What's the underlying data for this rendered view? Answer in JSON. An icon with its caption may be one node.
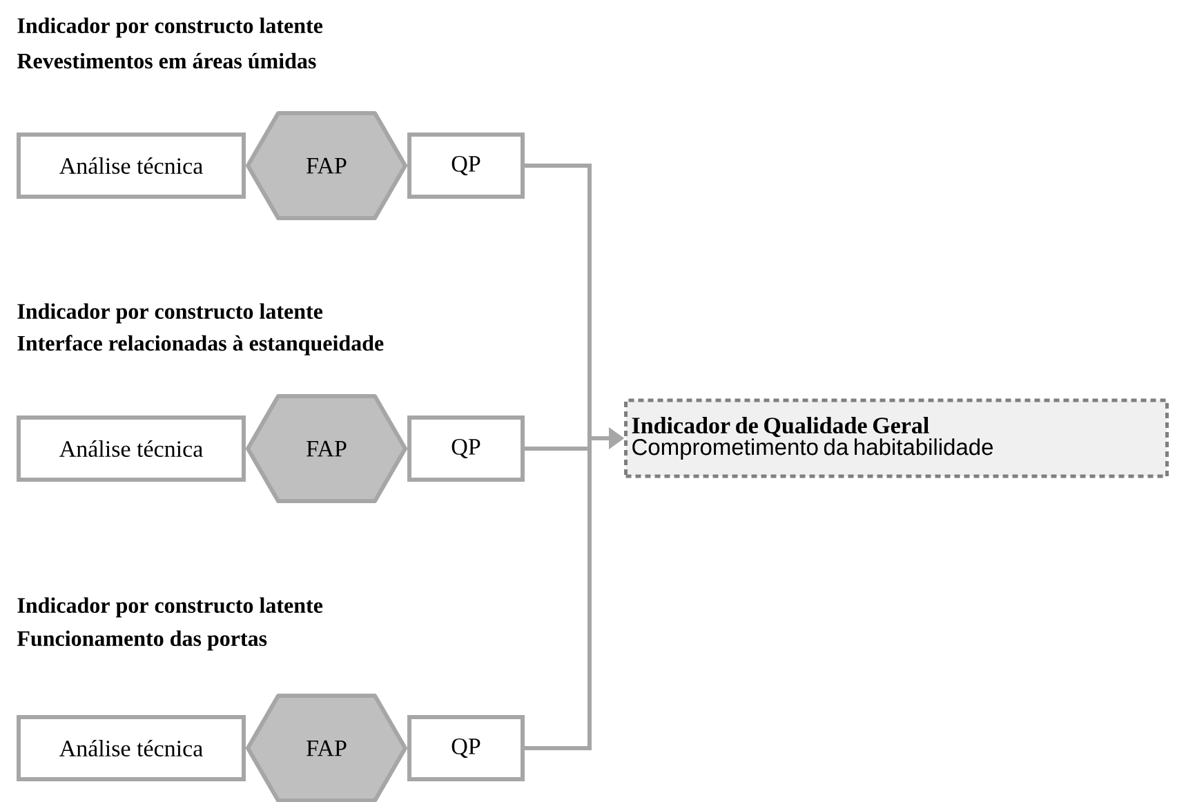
{
  "diagram": {
    "nodes": [
      {
        "text": [
          "Análise técnica"
        ]
      },
      {
        "text": [
          "FAP"
        ]
      },
      {
        "text": [
          "QP"
        ]
      },
      {
        "text": [
          "Análise técnica"
        ]
      },
      {
        "text": [
          "FAP"
        ]
      },
      {
        "text": [
          "QP"
        ]
      },
      {
        "text": [
          "Análise técnica"
        ]
      },
      {
        "text": [
          "FAP"
        ]
      },
      {
        "text": [
          "QP"
        ]
      },
      {
        "text": [
          "Indicador de Qualidade Geral",
          "Comprometimento da habitabilidade"
        ]
      }
    ],
    "edges": [
      {
        "from": 2,
        "to": 9,
        "arrow": "to"
      },
      {
        "from": 5,
        "to": 9,
        "arrow": "to"
      },
      {
        "from": 8,
        "to": 9,
        "arrow": "to"
      }
    ],
    "labels": [
      "Indicador por constructo latente",
      "Revestimentos em áreas úmidas",
      "Indicador por constructo latente",
      "Interface relacionadas à estanqueidade",
      "Indicador por constructo latente",
      "Funcionamento das portas"
    ]
  }
}
